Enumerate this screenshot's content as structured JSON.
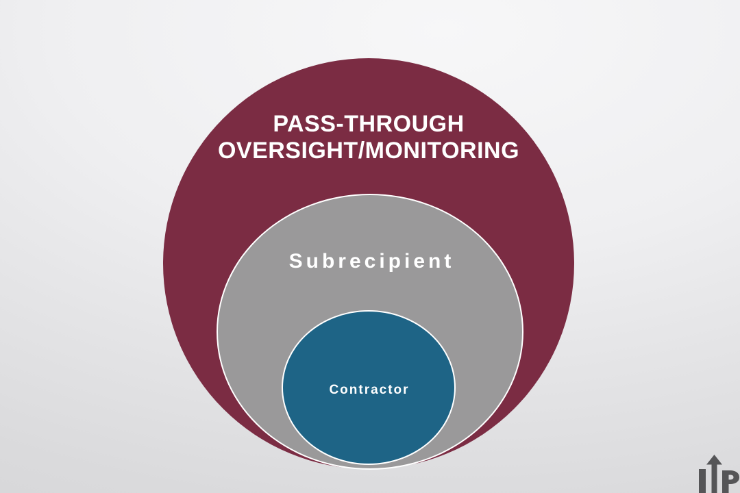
{
  "slide": {
    "background_top": "#f7f7f8",
    "background_bottom": "#d6d6d8"
  },
  "diagram": {
    "outer_circle": {
      "label_line1": "PASS-THROUGH",
      "label_line2": "OVERSIGHT/MONITORING",
      "fill": "#7b2c43",
      "text_color": "#ffffff"
    },
    "middle_circle": {
      "label": "Subrecipient",
      "fill": "#9a999a",
      "border_color": "#ffffff",
      "text_color": "#ffffff"
    },
    "inner_circle": {
      "label": "Contractor",
      "fill": "#1e6486",
      "border_color": "#ffffff",
      "text_color": "#ffffff"
    }
  },
  "watermark": {
    "icon": "up-arrow-logo",
    "color": "#4a4a4c"
  }
}
